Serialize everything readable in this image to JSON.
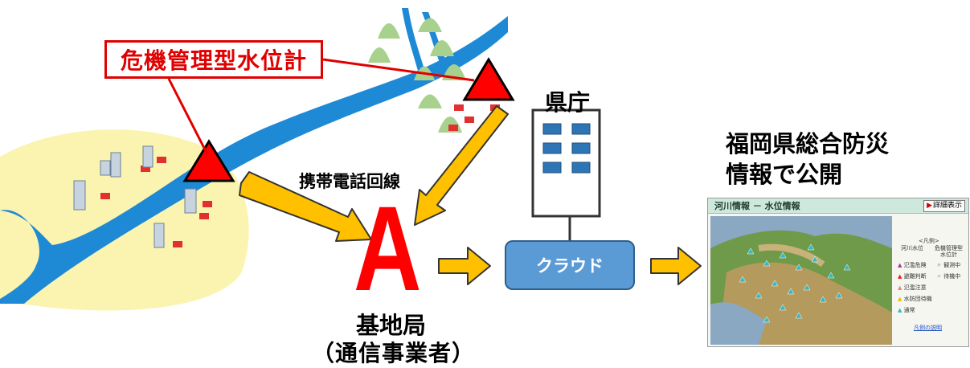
{
  "labels": {
    "sensor": "危機管理型水位計",
    "prefecture": "県庁",
    "public_line1": "福岡県総合防災",
    "public_line2": "情報で公開",
    "mobile_line": "携帯電話回線",
    "station_letter": "A",
    "base_station": "基地局",
    "carrier": "（通信事業者）",
    "cloud": "クラウド"
  },
  "info_panel": {
    "title": "河川情報 － 水位情報",
    "detail_button": "詳細表示",
    "legend_title": "<凡例>",
    "col_river_level": "河川水位",
    "col_crisis_gauge_1": "危機管理型",
    "col_crisis_gauge_2": "水位計",
    "items": [
      {
        "label": "氾濫危険",
        "color": "#a43a9a"
      },
      {
        "label": "避難判断",
        "color": "#e02020"
      },
      {
        "label": "氾濫注意",
        "color": "#f08080"
      },
      {
        "label": "水防団待機",
        "color": "#e6c000"
      },
      {
        "label": "通常",
        "color": "#37b6c6"
      }
    ],
    "status_observing": "観測中",
    "status_standby": "待機中",
    "link": "凡例の説明"
  },
  "colors": {
    "sensor_red": "#e00000",
    "arrow_fill": "#ffc000",
    "arrow_stroke": "#333333",
    "cloud_fill": "#5b9bd5",
    "building_window": "#2e75b6",
    "river": "#1e8ad6",
    "land": "#fbf4b0"
  }
}
